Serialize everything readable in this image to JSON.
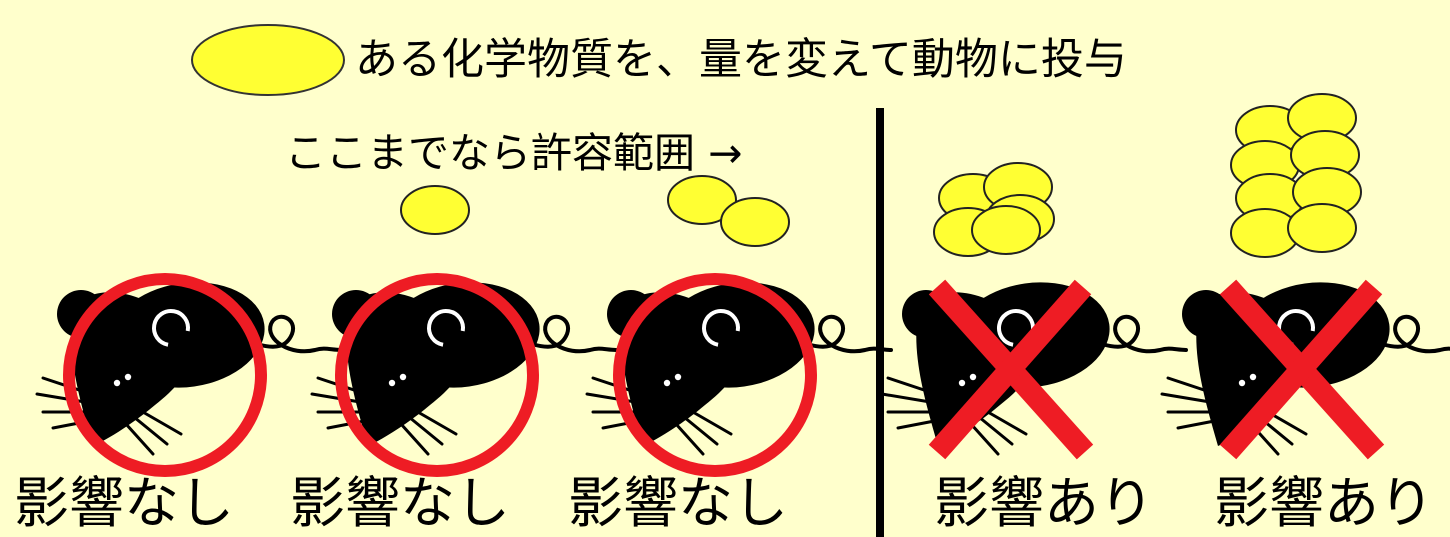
{
  "legend": {
    "text": "ある化学物質を、量を変えて動物に投与"
  },
  "tolerance": {
    "text": "ここまでなら許容範囲 →"
  },
  "colors": {
    "background": "#FFFFCC",
    "pill": "#FFFF33",
    "mark": "#EE1C24",
    "mouse": "#000000"
  },
  "animals": [
    {
      "dose_count": 0,
      "mark": "red-circle-icon",
      "label": "影響なし"
    },
    {
      "dose_count": 1,
      "mark": "red-circle-icon",
      "label": "影響なし"
    },
    {
      "dose_count": 2,
      "mark": "red-circle-icon",
      "label": "影響なし"
    },
    {
      "dose_count": 5,
      "mark": "red-x-icon",
      "label": "影響あり"
    },
    {
      "dose_count": 8,
      "mark": "red-x-icon",
      "label": "影響あり"
    }
  ]
}
